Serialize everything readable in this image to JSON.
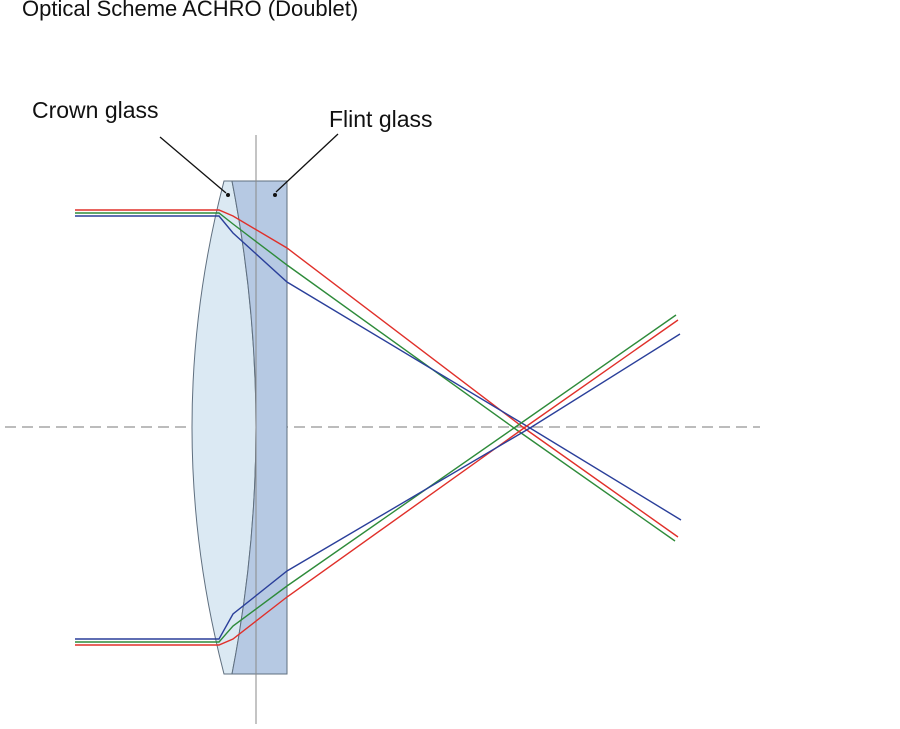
{
  "title": "Optical Scheme ACHRO (Doublet)",
  "labels": {
    "crown": "Crown glass",
    "flint": "Flint glass"
  },
  "colors": {
    "crown_fill": "#dbe9f3",
    "flint_fill": "#b6c9e3",
    "outline": "#5f6f7f",
    "axis": "#7a7a7a",
    "ray_red": "#e0302a",
    "ray_green": "#2e8b3a",
    "ray_blue": "#2a3f9a"
  }
}
